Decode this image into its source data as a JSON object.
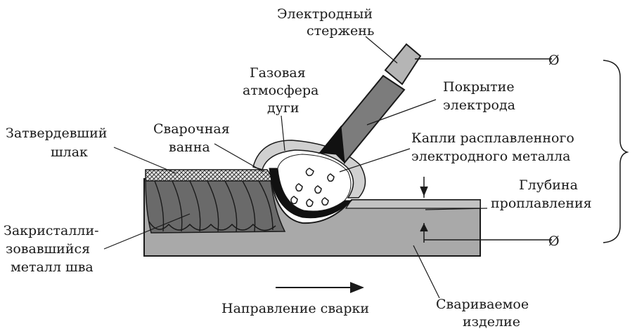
{
  "labels": {
    "electrode_rod": [
      "Электродный",
      "стержень"
    ],
    "gas_atmosphere": [
      "Газовая",
      "атмосфера",
      "дуги"
    ],
    "electrode_coating": [
      "Покрытие",
      "электрода"
    ],
    "hardened_slag": [
      "Затвердевший",
      "шлак"
    ],
    "weld_pool": [
      "Сварочная",
      "ванна"
    ],
    "molten_drops": [
      "Капли расплавленного",
      "электродного металла"
    ],
    "penetration_depth": [
      "Глубина",
      "проплавления"
    ],
    "crystallized_metal": [
      "Закристалли-",
      "зовавшийся",
      "металл шва"
    ],
    "welding_direction": "Направление сварки",
    "workpiece": [
      "Свариваемое",
      "изделие"
    ]
  },
  "terminal_symbol": "Ø",
  "colors": {
    "line": "#1a1a1a",
    "workpiece": "#a9a9a9",
    "workpiece_top": "#bdbdbd",
    "weld_metal": "#6a6a6a",
    "slag": "#d9d9d9",
    "pool": "#111111",
    "arc_halo": "#cfcfcf",
    "electrode_rod": "#b5b5b5",
    "electrode_coating": "#7c7c7c"
  }
}
